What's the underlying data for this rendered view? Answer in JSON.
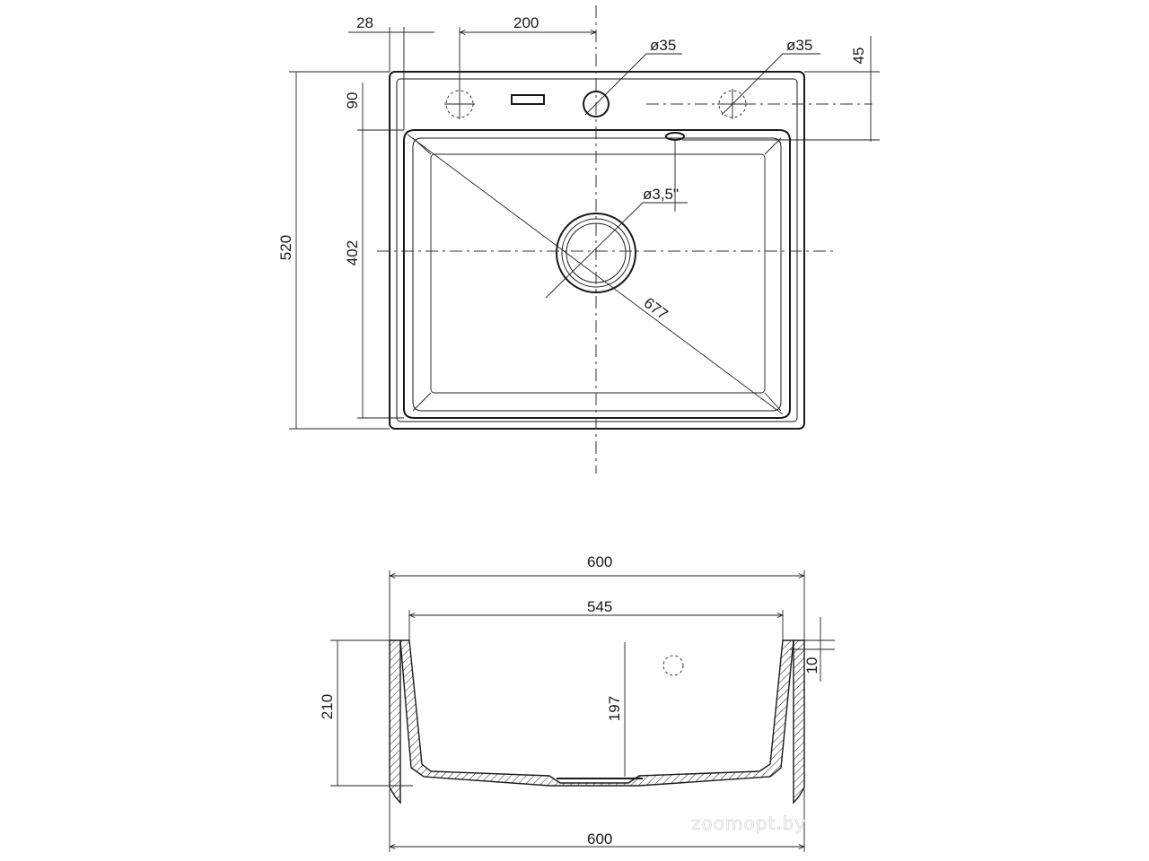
{
  "top_view": {
    "dims": {
      "offset_28": "28",
      "spacing_200": "200",
      "hole_dia_left": "ø35",
      "hole_dia_right": "ø35",
      "offset_45": "45",
      "offset_90": "90",
      "height_520": "520",
      "bowl_402": "402",
      "drain_dia": "ø3,5\"",
      "diagonal_677": "677"
    }
  },
  "side_view": {
    "dims": {
      "width_top_600": "600",
      "bowl_545": "545",
      "height_210": "210",
      "depth_197": "197",
      "rim_10": "10",
      "width_bottom_600": "600"
    }
  },
  "watermark": "zoomopt.by"
}
